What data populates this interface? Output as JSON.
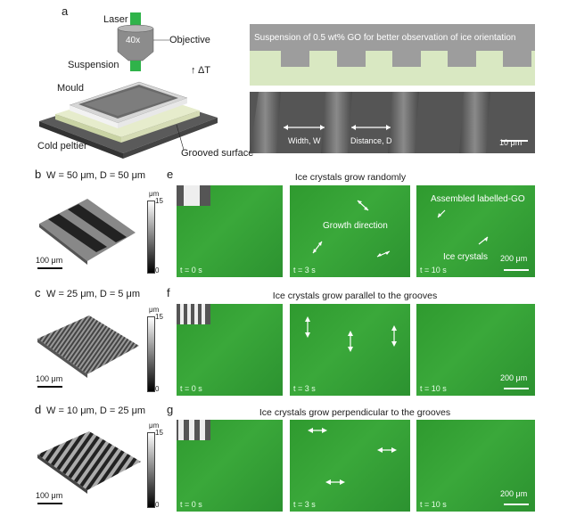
{
  "panel_a": {
    "letter": "a",
    "laser": "Laser",
    "objective_mag": "40x",
    "objective": "Objective",
    "suspension": "Suspension",
    "delta_t": "ΔT",
    "mould": "Mould",
    "cold_peltier": "Cold peltier",
    "grooved_surface": "Grooved surface",
    "schematic_text": "Suspension of 0.5 wt% GO for better observation of ice orientation",
    "width": "Width, W",
    "distance": "Distance, D",
    "scale": "10 μm"
  },
  "rows": [
    {
      "letter": "b",
      "params": "W = 50 μm, D = 50 μm",
      "cbar_unit": "μm",
      "cbar_max": "15",
      "cbar_min": "0",
      "scale_3d": "100 μm",
      "panel": "e",
      "title": "Ice crystals grow randomly",
      "times": [
        "t = 0 s",
        "t = 3 s",
        "t = 10 s"
      ],
      "annotations": {
        "growth": "Growth direction",
        "assembled": "Assembled labelled-GO",
        "ice": "Ice crystals"
      },
      "scale": "200 μm"
    },
    {
      "letter": "c",
      "params": "W = 25 μm, D = 5 μm",
      "cbar_unit": "μm",
      "cbar_max": "15",
      "cbar_min": "0",
      "scale_3d": "100 μm",
      "panel": "f",
      "title": "Ice crystals grow parallel to the grooves",
      "times": [
        "t = 0 s",
        "t = 3 s",
        "t = 10 s"
      ],
      "scale": "200 μm"
    },
    {
      "letter": "d",
      "params": "W = 10 μm, D = 25 μm",
      "cbar_unit": "μm",
      "cbar_max": "15",
      "cbar_min": "0",
      "scale_3d": "100 μm",
      "panel": "g",
      "title": "Ice crystals grow perpendicular to the grooves",
      "times": [
        "t = 0 s",
        "t = 3 s",
        "t = 10 s"
      ],
      "scale": "200 μm"
    }
  ]
}
